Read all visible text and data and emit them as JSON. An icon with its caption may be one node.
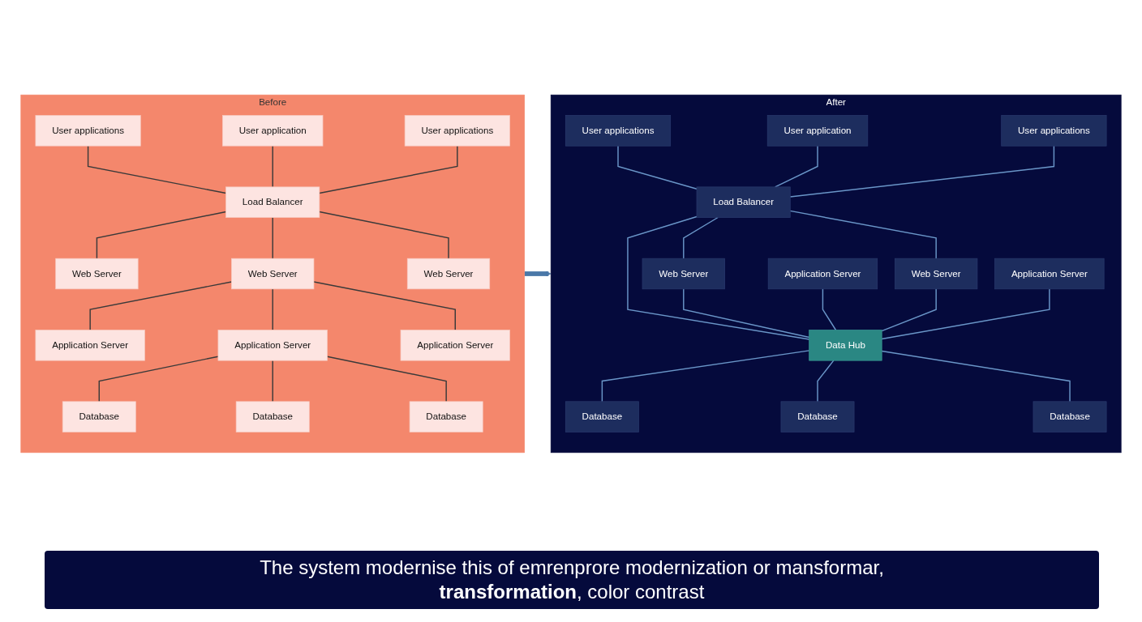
{
  "diagram": {
    "nodes": [
      {
        "text": [
          "Before"
        ]
      },
      {
        "text": [
          "User applications"
        ],
        "in": 0
      },
      {
        "text": [
          "User application"
        ],
        "in": 0
      },
      {
        "text": [
          "User applications"
        ],
        "in": 0
      },
      {
        "text": [
          "Load Balancer"
        ],
        "in": 0
      },
      {
        "text": [
          "Web Server"
        ],
        "in": 0
      },
      {
        "text": [
          "Web Server"
        ],
        "in": 0
      },
      {
        "text": [
          "Web Server"
        ],
        "in": 0
      },
      {
        "text": [
          "Application Server"
        ],
        "in": 0
      },
      {
        "text": [
          "Application Server"
        ],
        "in": 0
      },
      {
        "text": [
          "Application Server"
        ],
        "in": 0
      },
      {
        "text": [
          "Database"
        ],
        "in": 0
      },
      {
        "text": [
          "Database"
        ],
        "in": 0
      },
      {
        "text": [
          "Database"
        ],
        "in": 0
      },
      {
        "text": [
          "After"
        ]
      },
      {
        "text": [
          "User applications"
        ],
        "in": 14
      },
      {
        "text": [
          "User application"
        ],
        "in": 14
      },
      {
        "text": [
          "User applications"
        ],
        "in": 14
      },
      {
        "text": [
          "Load Balancer"
        ],
        "in": 14
      },
      {
        "text": [
          "Web Server"
        ],
        "in": 14
      },
      {
        "text": [
          "Data Hub"
        ],
        "in": 14
      },
      {
        "text": [
          "Web Server"
        ],
        "in": 14
      },
      {
        "text": [
          "Application Server"
        ],
        "in": 14
      },
      {
        "text": [
          "Application Server"
        ],
        "in": 14
      },
      {
        "text": [
          "Database"
        ],
        "in": 14
      },
      {
        "text": [
          "Database"
        ],
        "in": 14
      },
      {
        "text": [
          "Database"
        ],
        "in": 14
      }
    ],
    "edges": [
      {
        "from": 1,
        "to": 4,
        "arrow": "none",
        "color": "#3a3a3a"
      },
      {
        "from": 2,
        "to": 4,
        "arrow": "none",
        "color": "#3a3a3a"
      },
      {
        "from": 3,
        "to": 4,
        "arrow": "none",
        "color": "#3a3a3a"
      },
      {
        "from": 4,
        "to": 5,
        "arrow": "none",
        "color": "#3a3a3a"
      },
      {
        "from": 4,
        "to": 6,
        "arrow": "none",
        "color": "#3a3a3a"
      },
      {
        "from": 4,
        "to": 7,
        "arrow": "none",
        "color": "#3a3a3a"
      },
      {
        "from": 6,
        "to": 8,
        "arrow": "none",
        "color": "#3a3a3a"
      },
      {
        "from": 6,
        "to": 9,
        "arrow": "none",
        "color": "#3a3a3a"
      },
      {
        "from": 6,
        "to": 10,
        "arrow": "none",
        "color": "#3a3a3a"
      },
      {
        "from": 9,
        "to": 11,
        "arrow": "none",
        "color": "#3a3a3a"
      },
      {
        "from": 9,
        "to": 12,
        "arrow": "none",
        "color": "#3a3a3a"
      },
      {
        "from": 9,
        "to": 13,
        "arrow": "none",
        "color": "#3a3a3a"
      },
      {
        "from": 0,
        "to": 14,
        "arrow": "to",
        "style": "thick",
        "color": "#4a78a8"
      },
      {
        "from": 15,
        "to": 18,
        "arrow": "none"
      },
      {
        "from": 16,
        "to": 18,
        "arrow": "none"
      },
      {
        "from": 17,
        "to": 18,
        "arrow": "none"
      },
      {
        "from": 18,
        "to": 19,
        "arrow": "none"
      },
      {
        "from": 18,
        "to": 20,
        "arrow": "none"
      },
      {
        "from": 18,
        "to": 21,
        "arrow": "none"
      },
      {
        "from": 19,
        "to": 20,
        "arrow": "none"
      },
      {
        "from": 22,
        "to": 20,
        "arrow": "none"
      },
      {
        "from": 21,
        "to": 20,
        "arrow": "none"
      },
      {
        "from": 23,
        "to": 20,
        "arrow": "none"
      },
      {
        "from": 20,
        "to": 24,
        "arrow": "none"
      },
      {
        "from": 20,
        "to": 25,
        "arrow": "none"
      },
      {
        "from": 20,
        "to": 26,
        "arrow": "none"
      }
    ],
    "caption": "The system modernise this of emrenprore modernization or mansformar, **transformation**, color contrast"
  }
}
